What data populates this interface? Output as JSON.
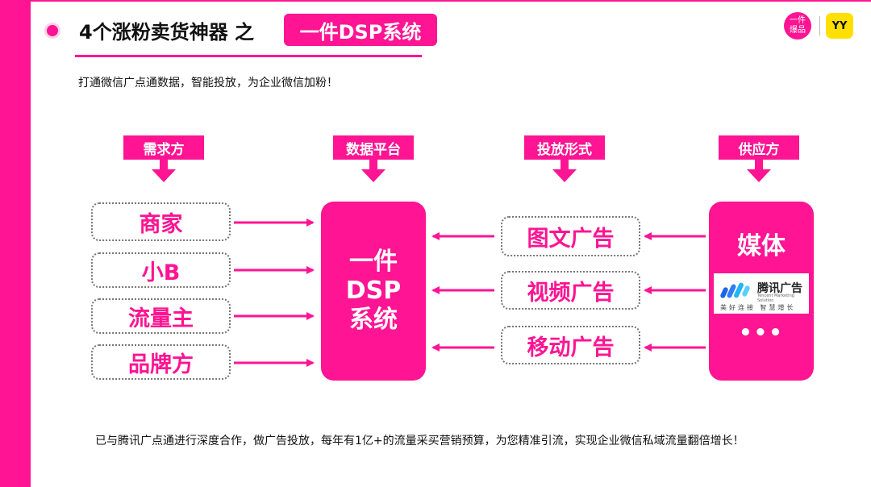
{
  "slide": {
    "title": "4个涨粉卖货神器 之",
    "title_badge": "一件DSP系统",
    "subtitle": "打通微信广点通数据，智能投放，为企业微信加粉！",
    "footer": "已与腾讯广点通进行深度合作，做广告投放，每年有1亿+的流量采买营销预算，为您精准引流，实现企业微信私域流量翻倍增长！",
    "logos": {
      "brand_1": "一件\n爆品",
      "brand_2": "YY"
    }
  },
  "diagram": {
    "categories": {
      "demand": "需求方",
      "platform": "数据平台",
      "format": "投放形式",
      "supply": "供应方"
    },
    "demand_items": [
      "商家",
      "小B",
      "流量主",
      "品牌方"
    ],
    "platform": {
      "line1": "一件",
      "line2": "DSP",
      "line3": "系统"
    },
    "format_items": [
      "图文广告",
      "视频广告",
      "移动广告"
    ],
    "supply": {
      "title": "媒体",
      "partner_name": "腾讯广告",
      "partner_en": "Tencent Marketing Solution",
      "partner_slogan": "美好连接 智慧增长",
      "more": "•••"
    }
  },
  "colors": {
    "accent": "#ff1493",
    "badge_yellow": "#ffe000"
  }
}
